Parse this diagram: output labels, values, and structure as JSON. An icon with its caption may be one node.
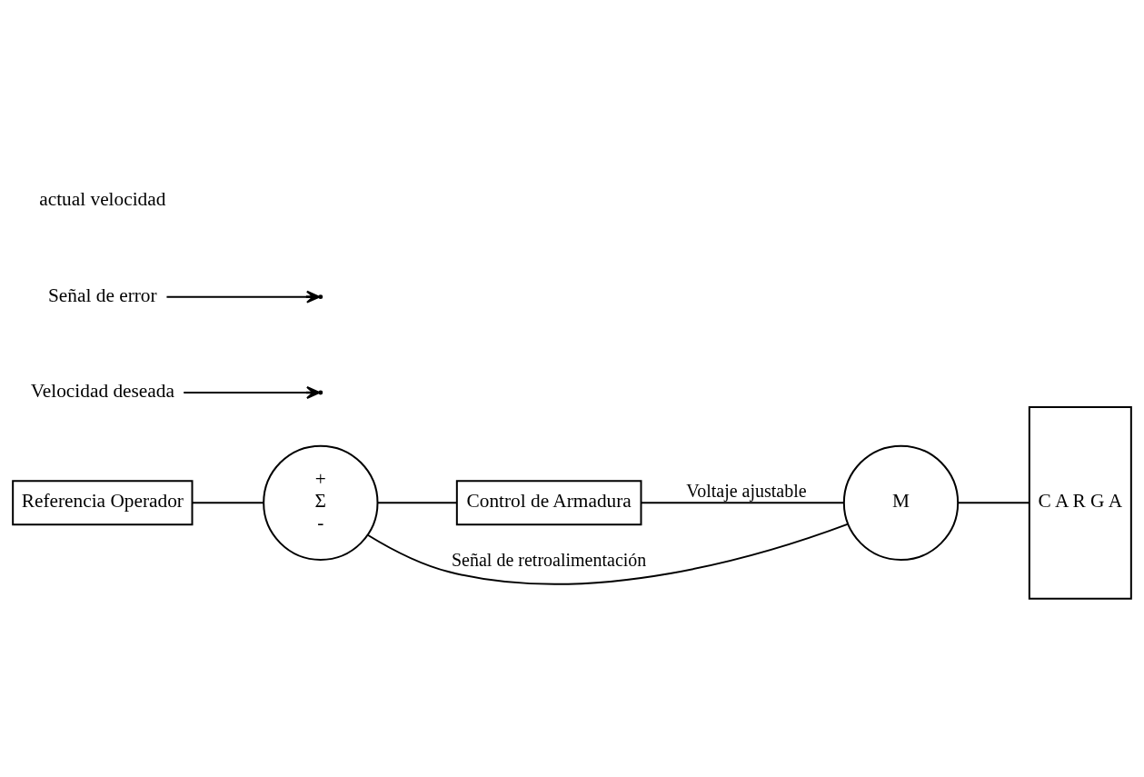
{
  "diagram": {
    "nodes": [
      {
        "text": [
          "Referencia Operador"
        ]
      },
      {
        "text": [
          "+",
          "Σ",
          "-"
        ]
      },
      {
        "text": [
          "Control de Armadura"
        ]
      },
      {
        "text": [
          "M"
        ]
      },
      {
        "text": [
          "C A R G A"
        ]
      },
      {
        "text": [
          "Velocidad deseada"
        ]
      },
      {
        "text": [
          "Señal de error"
        ]
      }
    ],
    "edges": [
      {
        "from": 0,
        "to": 1,
        "arrow": "none"
      },
      {
        "from": 1,
        "to": 2,
        "arrow": "none"
      },
      {
        "from": 2,
        "to": 3,
        "arrow": "none",
        "label": "Voltaje ajustable"
      },
      {
        "from": 3,
        "to": 4,
        "arrow": "none"
      },
      {
        "from": 3,
        "to": 1,
        "arrow": "none",
        "label": "Señal de retroalimentación"
      },
      {
        "from": 5,
        "to": null,
        "arrow": "to"
      },
      {
        "from": 6,
        "to": null,
        "arrow": "to"
      }
    ],
    "labels": [
      "actual velocidad"
    ]
  }
}
